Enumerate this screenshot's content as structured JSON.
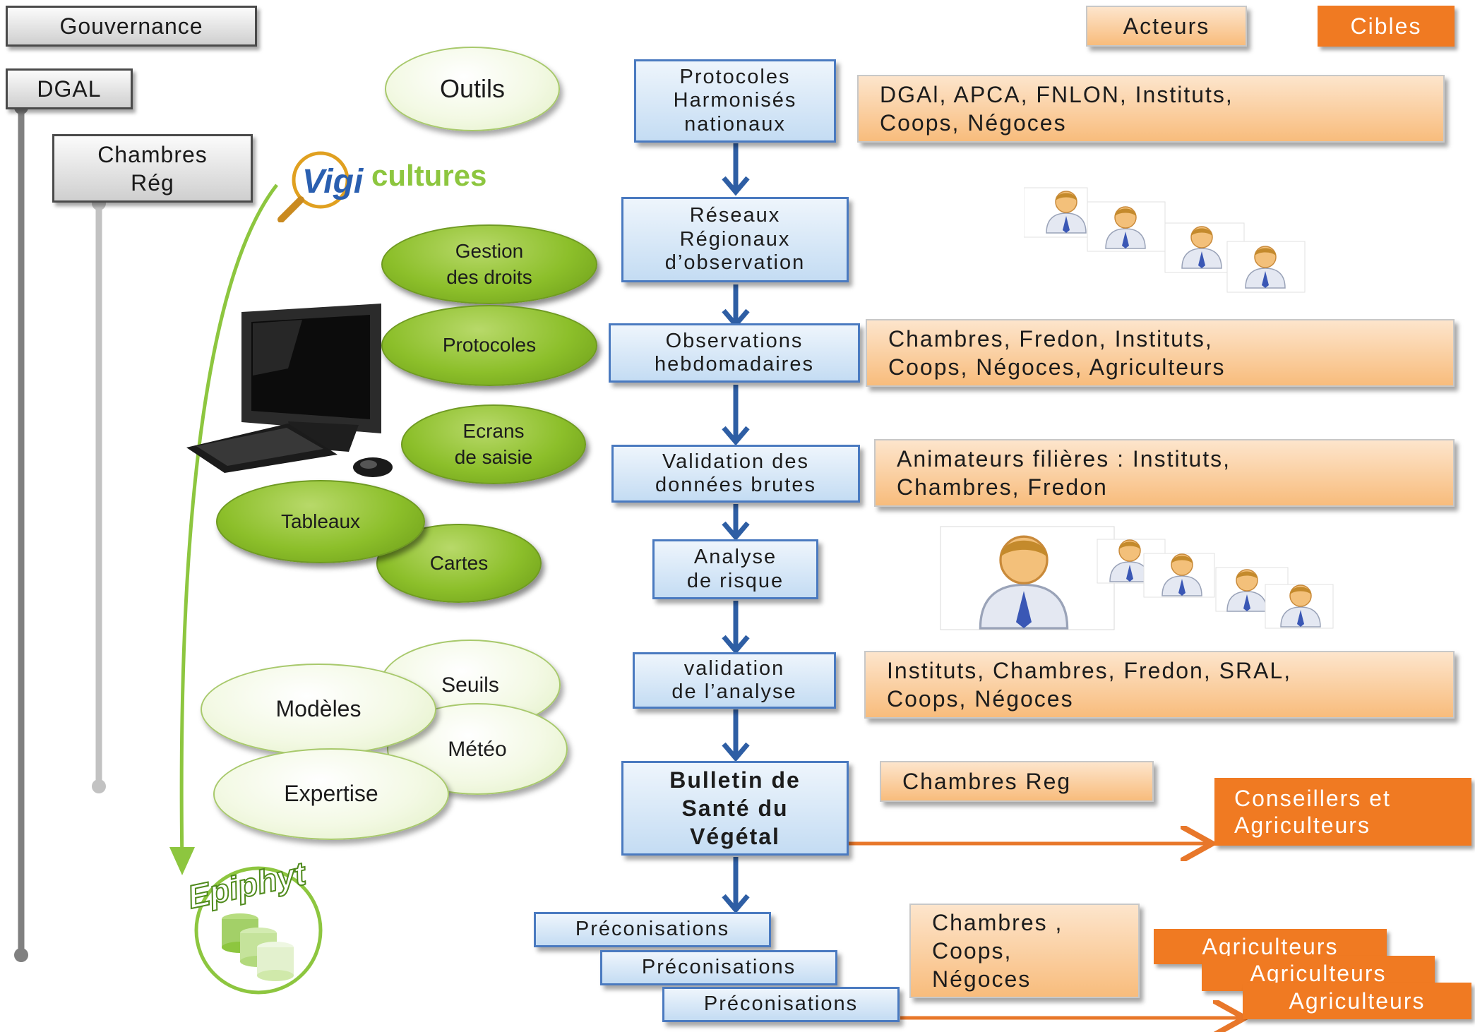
{
  "governance": {
    "title": "Gouvernance",
    "dgal": "DGAL",
    "chambres_reg": "Chambres\nRég"
  },
  "headers": {
    "acteurs": "Acteurs",
    "cibles": "Cibles"
  },
  "tools": {
    "outils": "Outils",
    "vigicultures_logo": "Vigicultures",
    "gestion_droits": "Gestion\ndes droits",
    "protocoles": "Protocoles",
    "ecrans_saisie": "Ecrans\nde saisie",
    "tableaux": "Tableaux",
    "cartes": "Cartes",
    "seuils": "Seuils",
    "modeles": "Modèles",
    "meteo": "Météo",
    "expertise": "Expertise",
    "epiphyt_logo": "Epiphyt"
  },
  "process": [
    {
      "label": "Protocoles\nHarmonisés\nnationaux"
    },
    {
      "label": "Réseaux\nRégionaux\nd’observation"
    },
    {
      "label": "Observations\nhebdomadaires"
    },
    {
      "label": "Validation des\ndonnées brutes"
    },
    {
      "label": "Analyse\nde risque"
    },
    {
      "label": "validation\nde l’analyse"
    },
    {
      "label": "Bulletin de\nSanté du\nVégétal"
    }
  ],
  "preconisations": [
    "Préconisations",
    "Préconisations",
    "Préconisations"
  ],
  "actors": {
    "protocoles": "DGAl, APCA, FNLON, Instituts,\nCoops, Négoces",
    "observations": "Chambres, Fredon, Instituts,\nCoops, Négoces, Agriculteurs",
    "validation": "Animateurs filières  : Instituts,\nChambres, Fredon",
    "validation_analyse": "Instituts,  Chambres, Fredon, SRAL,\nCoops, Négoces",
    "bsv": "Chambres Reg",
    "preconisations": "Chambres ,\nCoops,\nNégoces"
  },
  "targets": {
    "bsv": "Conseillers et\nAgriculteurs",
    "agriculteurs": [
      "Agriculteurs",
      "Agriculteurs",
      "Agriculteurs"
    ]
  },
  "colors": {
    "arrow_blue": "#2e5ea4",
    "arrow_orange": "#e8772a",
    "green_line": "#8dc63f",
    "grey_line": "#808080"
  }
}
